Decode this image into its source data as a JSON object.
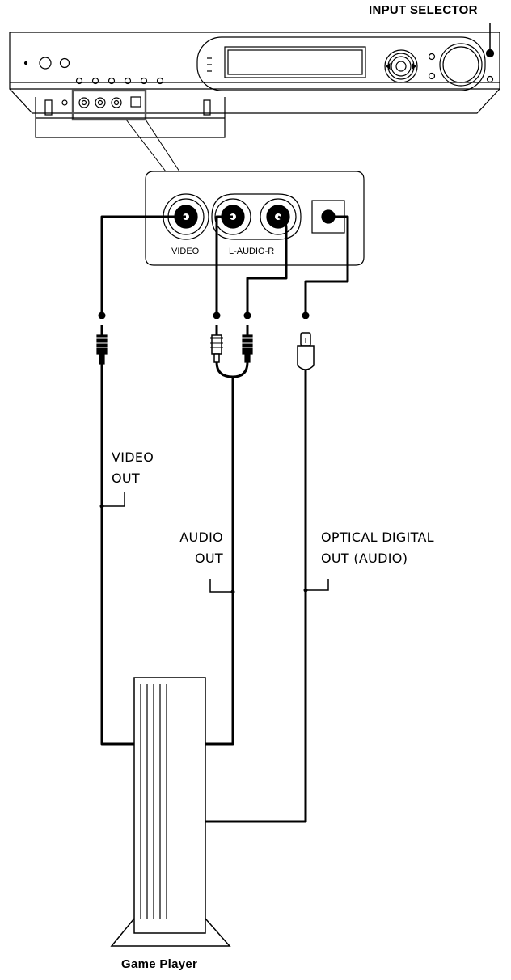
{
  "callout": {
    "input_selector": "INPUT SELECTOR"
  },
  "panel_labels": {
    "video": "VIDEO",
    "audio_lr": "L-AUDIO-R"
  },
  "cable_labels": {
    "video_out": "VIDEO\nOUT",
    "audio_out": "AUDIO\nOUT",
    "optical_out": "OPTICAL DIGITAL\nOUT (AUDIO)"
  },
  "device": {
    "name": "Game Player"
  }
}
